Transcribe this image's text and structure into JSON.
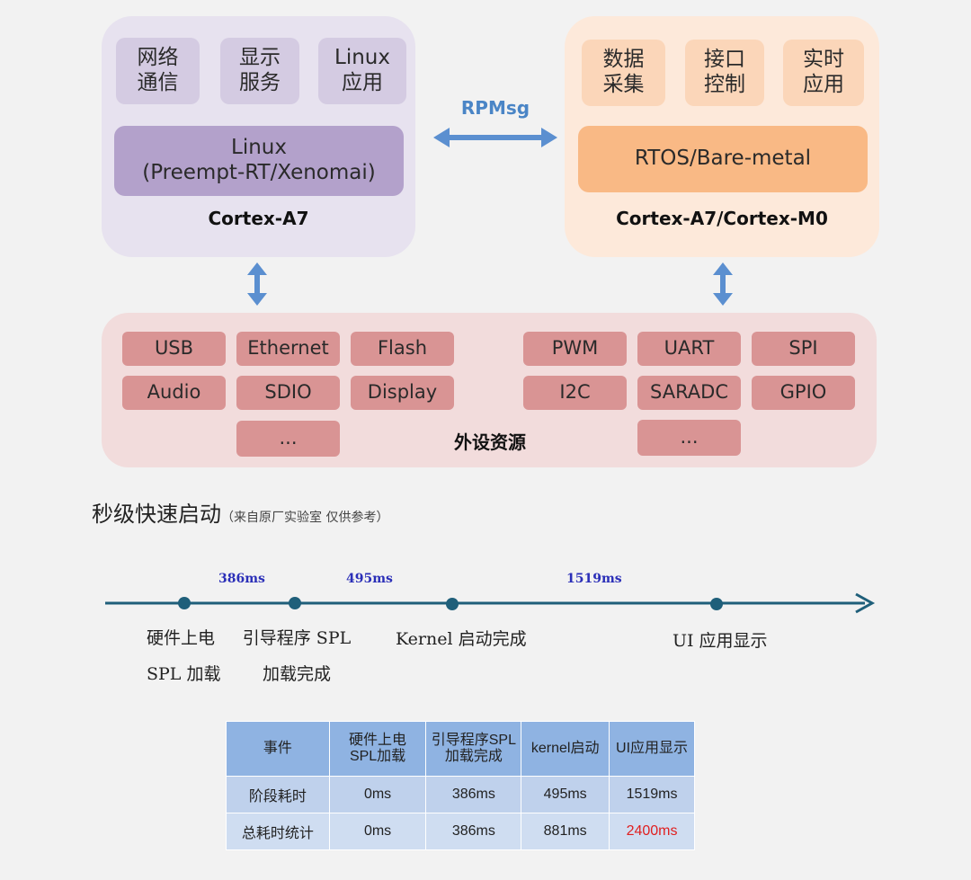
{
  "cortex_a": {
    "apps": [
      "网络\n通信",
      "显示\n服务",
      "Linux\n应用"
    ],
    "os": "Linux\n(Preempt-RT/Xenomai)",
    "label": "Cortex-A7"
  },
  "cortex_m": {
    "apps": [
      "数据\n采集",
      "接口\n控制",
      "实时\n应用"
    ],
    "os": "RTOS/Bare-metal",
    "label": "Cortex-A7/Cortex-M0"
  },
  "link_label": "RPMsg",
  "peripherals": {
    "left": [
      "USB",
      "Ethernet",
      "Flash",
      "Audio",
      "SDIO",
      "Display",
      "..."
    ],
    "right": [
      "PWM",
      "UART",
      "SPI",
      "I2C",
      "SARADC",
      "GPIO",
      "..."
    ],
    "label": "外设资源"
  },
  "boot": {
    "title": "秒级快速启动",
    "note": "（来自原厂实验室 仅供参考）",
    "durations": [
      "386ms",
      "495ms",
      "1519ms"
    ],
    "events": [
      "硬件上电\nSPL 加载",
      "引导程序 SPL\n加载完成",
      "Kernel 启动完成",
      "UI 应用显示"
    ]
  },
  "table": {
    "headers": [
      "事件",
      "硬件上电\nSPL加载",
      "引导程序SPL\n加载完成",
      "kernel启动",
      "UI应用显示"
    ],
    "rows": [
      [
        "阶段耗时",
        "0ms",
        "386ms",
        "495ms",
        "1519ms"
      ],
      [
        "总耗时统计",
        "0ms",
        "386ms",
        "881ms",
        "2400ms"
      ]
    ],
    "highlight_color": "#e02020"
  },
  "colors": {
    "arrow": "#5b8fd0",
    "timeline": "#1f5f7a"
  }
}
